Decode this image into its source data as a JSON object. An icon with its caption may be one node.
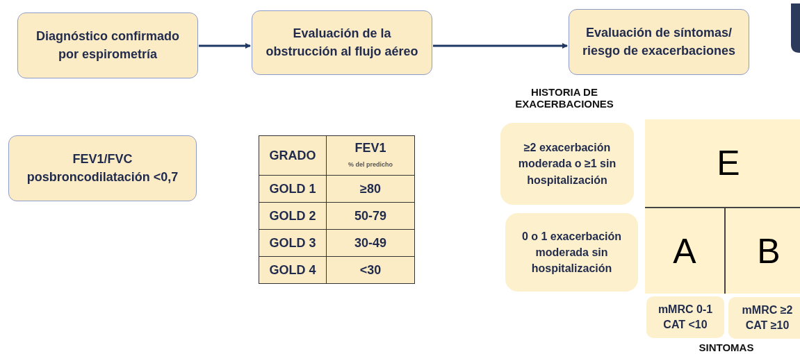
{
  "diagram": {
    "nodes": [
      {
        "text": [
          "Diagnóstico confirmado por espirometría"
        ]
      },
      {
        "text": [
          "Evaluación de la obstrucción al flujo aéreo"
        ]
      },
      {
        "text": [
          "Evaluación de síntomas/ riesgo de exacerbaciones"
        ]
      },
      {
        "text": [
          "FEV1/FVC posbroncodilatación <0,7"
        ]
      },
      {
        "text": [
          "≥2 exacerbación moderada o ≥1 sin hospitalización"
        ]
      },
      {
        "text": [
          "0 o 1 exacerbación moderada sin hospitalización"
        ]
      },
      {
        "text": [
          "E"
        ]
      },
      {
        "text": [
          "A"
        ]
      },
      {
        "text": [
          "B"
        ]
      },
      {
        "text": [
          "mMRC 0-1 CAT <10"
        ]
      },
      {
        "text": [
          "mMRC ≥2 CAT ≥10"
        ]
      }
    ],
    "edges": [
      {
        "from": 0,
        "to": 1,
        "arrow": "to"
      },
      {
        "from": 1,
        "to": 2,
        "arrow": "to"
      }
    ],
    "labels": [
      "HISTORIA DE EXACERBACIONES",
      "GRADO",
      "FEV1",
      "% del predicho",
      "GOLD 1",
      "≥80",
      "GOLD 2",
      "50-79",
      "GOLD 3",
      "30-49",
      "GOLD 4",
      "<30",
      "SINTOMAS"
    ]
  }
}
